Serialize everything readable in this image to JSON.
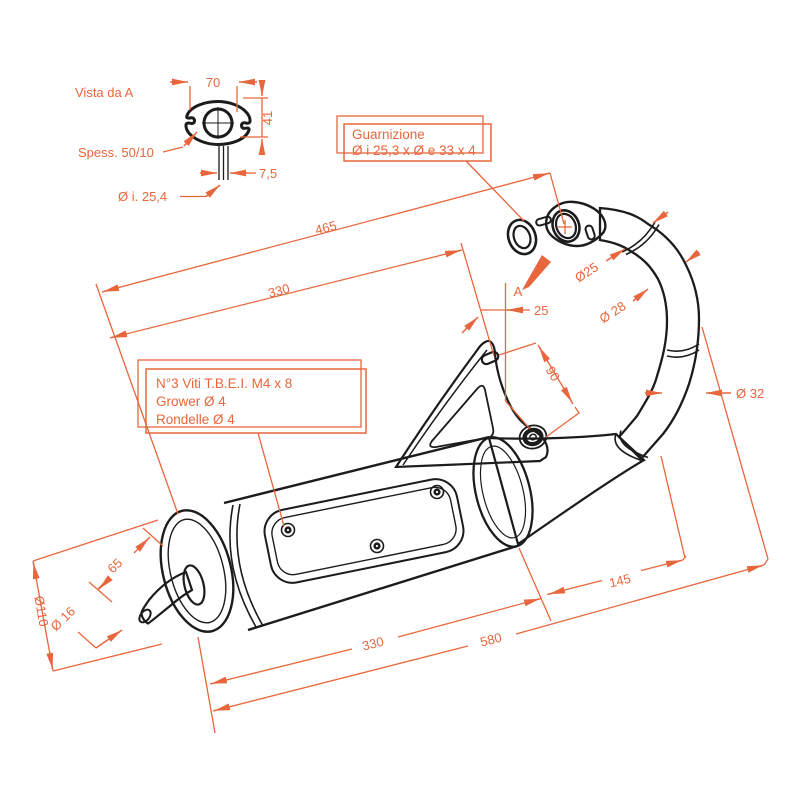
{
  "drawing": {
    "labels": {
      "view_label": "Vista da A",
      "thickness": "Spess. 50/10",
      "inner_diameter": "Ø i. 25,4",
      "view_letter": "A"
    },
    "gasket_box": {
      "line1": "Guarnizione",
      "line2": "Ø i 25,3 x Ø e 33 x 4"
    },
    "screws_box": {
      "line1": "N°3 Viti T.B.E.I. M4 x 8",
      "line2": "Grower Ø 4",
      "line3": "Rondelle Ø 4"
    },
    "dims": {
      "d70": "70",
      "d41": "41",
      "d7_5": "7,5",
      "d465": "465",
      "d330_top": "330",
      "d25": "25",
      "d90": "90",
      "dia25": "Ø25",
      "dia28": "Ø 28",
      "dia32": "Ø 32",
      "d145": "145",
      "d580": "580",
      "d330_bottom": "330",
      "d65": "65",
      "dia16": "Ø 16",
      "dia110": "Ø110"
    },
    "colors": {
      "dimension_orange": "#e8663c",
      "line_black": "#1c1c1c",
      "background": "#ffffff"
    }
  }
}
